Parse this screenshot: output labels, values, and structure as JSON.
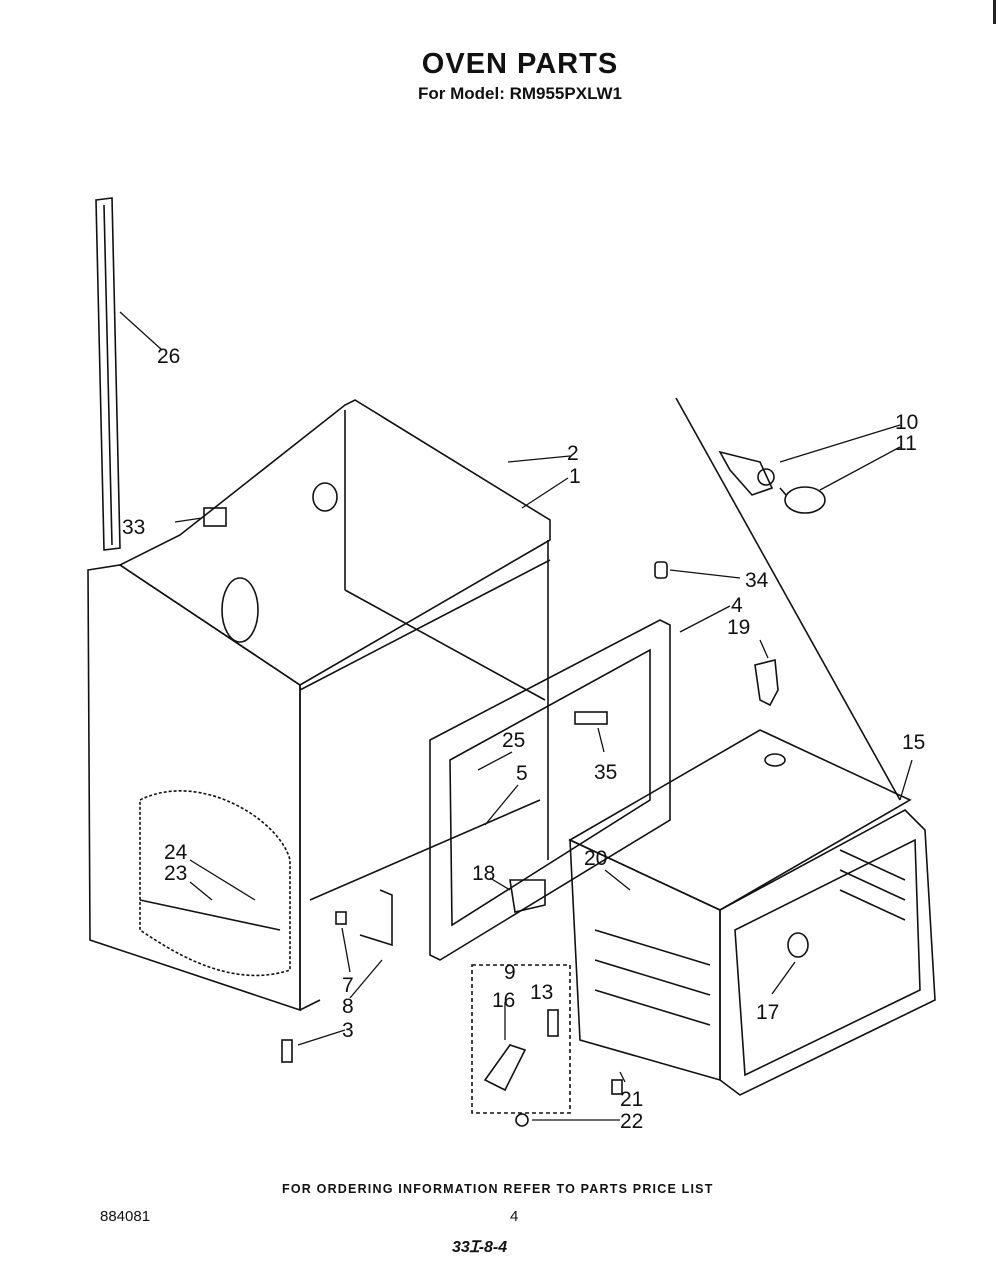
{
  "header": {
    "title": "OVEN PARTS",
    "subtitle": "For Model: RM955PXLW1"
  },
  "callouts": [
    "26",
    "2",
    "1",
    "10",
    "11",
    "33",
    "34",
    "4",
    "19",
    "15",
    "25",
    "35",
    "5",
    "24",
    "23",
    "20",
    "18",
    "9",
    "16",
    "13",
    "7",
    "8",
    "17",
    "3",
    "21",
    "22"
  ],
  "footer": {
    "ordering_note": "FOR ORDERING INFORMATION REFER TO PARTS PRICE LIST",
    "doc_number": "884081",
    "page_number": "4",
    "code": "33Ɪ-8-4"
  }
}
